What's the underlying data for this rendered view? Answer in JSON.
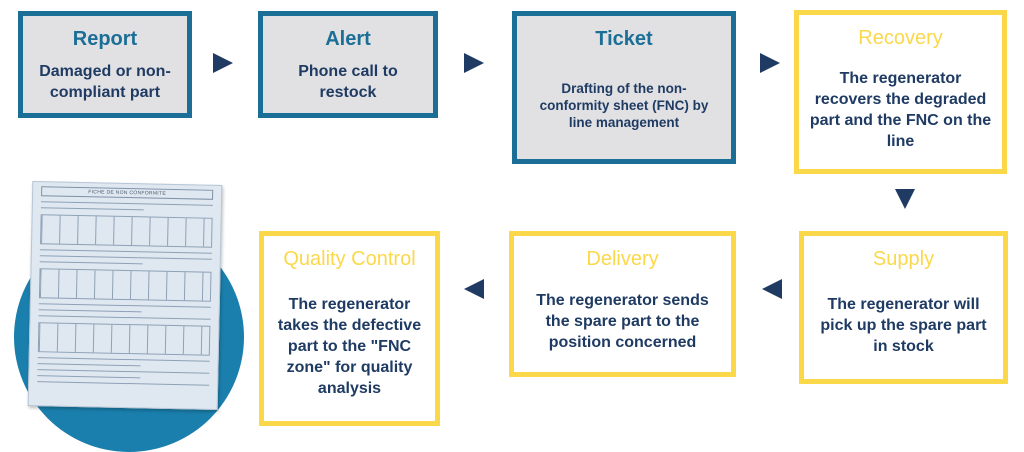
{
  "colors": {
    "blue": "#1b6f96",
    "yellow": "#fbd84a",
    "text": "#1f3b63",
    "grey_fill": "#e1e1e3"
  },
  "steps": [
    {
      "title": "Report",
      "body": "Damaged or non-compliant part"
    },
    {
      "title": "Alert",
      "body": "Phone call to restock"
    },
    {
      "title": "Ticket",
      "body": "Drafting of the non-conformity sheet (FNC) by line management"
    },
    {
      "title": "Recovery",
      "body": "The regenerator recovers the degraded part and the FNC on the line"
    },
    {
      "title": "Supply",
      "body": "The regenerator will pick up the spare part in stock"
    },
    {
      "title": "Delivery",
      "body": "The regenerator sends the spare part to the position concerned"
    },
    {
      "title": "Quality Control",
      "body": "The regenerator takes the defective part to the \"FNC zone\" for quality analysis"
    }
  ],
  "sheet": {
    "title": "FICHE DE NON CONFORMITE"
  }
}
